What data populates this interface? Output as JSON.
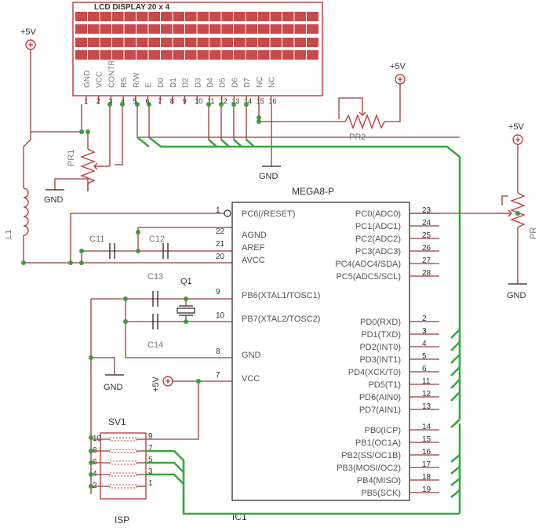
{
  "lcd": {
    "title": "LCD DISPLAY 20 x 4",
    "pins": [
      "GND",
      "VCC",
      "CONTR",
      "RS",
      "R/W",
      "E",
      "D0",
      "D1",
      "D2",
      "D3",
      "D4",
      "D5",
      "D6",
      "D7",
      "NC",
      "NC"
    ],
    "pin_numbers": [
      "1",
      "2",
      "3",
      "4",
      "5",
      "6",
      "7",
      "8",
      "9",
      "10",
      "11",
      "12",
      "13",
      "14",
      "15",
      "16"
    ],
    "fill_color": "#c84a4a"
  },
  "supply": {
    "plus5v": "+5V",
    "gnd": "GND"
  },
  "parts": {
    "pr1": "PR1",
    "pr2": "PR2",
    "pr": "PR",
    "l1": "L1",
    "c11": "C11",
    "c12": "C12",
    "c13": "C13",
    "c14": "C14",
    "q1": "Q1",
    "sv1": "SV1",
    "isp": "ISP",
    "ic1": "IC1"
  },
  "mcu": {
    "name": "MEGA8-P",
    "left_pins": [
      {
        "num": "1",
        "label": "PC6(/RESET)"
      },
      {
        "num": "22",
        "label": "AGND"
      },
      {
        "num": "21",
        "label": "AREF"
      },
      {
        "num": "20",
        "label": "AVCC"
      },
      {
        "num": "9",
        "label": "PB6(XTAL1/TOSC1)"
      },
      {
        "num": "10",
        "label": "PB7(XTAL2/TOSC2)"
      },
      {
        "num": "8",
        "label": "GND"
      },
      {
        "num": "7",
        "label": "VCC"
      }
    ],
    "right_pins": [
      {
        "num": "23",
        "label": "PC0(ADC0)"
      },
      {
        "num": "24",
        "label": "PC1(ADC1)"
      },
      {
        "num": "25",
        "label": "PC2(ADC2)"
      },
      {
        "num": "26",
        "label": "PC3(ADC3)"
      },
      {
        "num": "27",
        "label": "PC4(ADC4/SDA)"
      },
      {
        "num": "28",
        "label": "PC5(ADC5/SCL)"
      },
      {
        "num": "2",
        "label": "PD0(RXD)"
      },
      {
        "num": "3",
        "label": "PD1(TXD)"
      },
      {
        "num": "4",
        "label": "PD2(INT0)"
      },
      {
        "num": "5",
        "label": "PD3(INT1)"
      },
      {
        "num": "6",
        "label": "PD4(XCK/T0)"
      },
      {
        "num": "11",
        "label": "PD5(T1)"
      },
      {
        "num": "12",
        "label": "PD6(AIN0)"
      },
      {
        "num": "13",
        "label": "PD7(AIN1)"
      },
      {
        "num": "14",
        "label": "PB0(ICP)"
      },
      {
        "num": "15",
        "label": "PB1(OC1A)"
      },
      {
        "num": "16",
        "label": "PB2(SS/OC1B)"
      },
      {
        "num": "17",
        "label": "PB3(MOSI/OC2)"
      },
      {
        "num": "18",
        "label": "PB4(MISO)"
      },
      {
        "num": "19",
        "label": "PB5(SCK)"
      }
    ]
  },
  "sv1_pins": {
    "left": [
      "10",
      "8",
      "6",
      "4",
      "2"
    ],
    "right": [
      "9",
      "7",
      "5",
      "3",
      "1"
    ]
  },
  "colors": {
    "wire": "#9a3a3a",
    "bus": "#39a83e",
    "junction": "#3d9b3d",
    "part": "#c04040"
  }
}
